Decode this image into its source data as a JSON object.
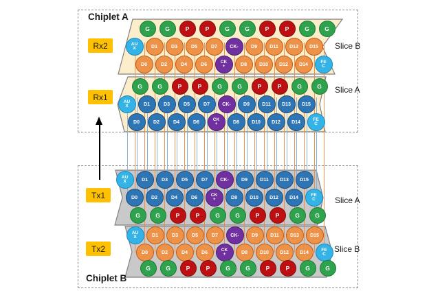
{
  "colors": {
    "tag_bg": "#FFC000",
    "slice_tan": "#FCEECB",
    "slice_gray": "#C9C9C9",
    "slice_border": "#7F7F7F",
    "pin_green": "#2EA24C",
    "pin_green_border": "#1C7A38",
    "pin_red": "#BE1013",
    "pin_red_border": "#7F0E10",
    "pin_orange": "#ED9249",
    "pin_orange_border": "#C55A11",
    "pin_blue": "#2E75B6",
    "pin_blue_border": "#1F4E79",
    "pin_cyan": "#33B3E6",
    "pin_cyan_border": "#1E88C0",
    "pin_purple": "#7030A0",
    "pin_purple_border": "#4B1E78",
    "wire_blue": "#7EADDB",
    "wire_orange": "#ED8B45",
    "arrow": "#000000"
  },
  "chiplet_a": {
    "label": "Chiplet A",
    "slices": [
      {
        "tag": "Rx2",
        "slice_label": "Slice B"
      },
      {
        "tag": "Rx1",
        "slice_label": "Slice A"
      }
    ]
  },
  "chiplet_b": {
    "label": "Chiplet B",
    "slices": [
      {
        "tag": "Tx1",
        "slice_label": "Slice A"
      },
      {
        "tag": "Tx2",
        "slice_label": "Slice B"
      }
    ]
  },
  "pin_rows": {
    "gp": [
      {
        "label": "G",
        "type": "green"
      },
      {
        "label": "G",
        "type": "green"
      },
      {
        "label": "P",
        "type": "red"
      },
      {
        "label": "P",
        "type": "red"
      },
      {
        "label": "G",
        "type": "green"
      },
      {
        "label": "G",
        "type": "green"
      },
      {
        "label": "P",
        "type": "red"
      },
      {
        "label": "P",
        "type": "red"
      },
      {
        "label": "G",
        "type": "green"
      },
      {
        "label": "G",
        "type": "green"
      }
    ],
    "odd": [
      {
        "name": "AUX",
        "label": "AU\nX",
        "type": "cyan"
      },
      {
        "label": "D1",
        "type": "data"
      },
      {
        "label": "D3",
        "type": "data"
      },
      {
        "label": "D5",
        "type": "data"
      },
      {
        "label": "D7",
        "type": "data"
      },
      {
        "name": "CK-",
        "label": "CK-",
        "type": "purple"
      },
      {
        "label": "D9",
        "type": "data"
      },
      {
        "label": "D11",
        "type": "data"
      },
      {
        "label": "D13",
        "type": "data"
      },
      {
        "label": "D15",
        "type": "data"
      }
    ],
    "even": [
      {
        "label": "D0",
        "type": "data"
      },
      {
        "label": "D2",
        "type": "data"
      },
      {
        "label": "D4",
        "type": "data"
      },
      {
        "label": "D6",
        "type": "data"
      },
      {
        "name": "CK+",
        "label": "CK\n+",
        "type": "purple"
      },
      {
        "label": "D8",
        "type": "data"
      },
      {
        "label": "D10",
        "type": "data"
      },
      {
        "label": "D12",
        "type": "data"
      },
      {
        "label": "D14",
        "type": "data"
      },
      {
        "name": "FEC",
        "label": "FE\nC",
        "type": "cyan"
      }
    ]
  }
}
